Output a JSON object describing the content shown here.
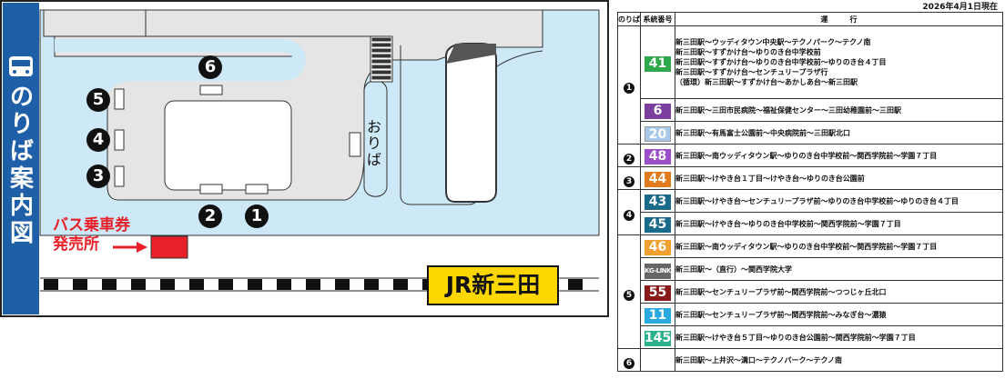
{
  "map": {
    "vertical_title": "のりば案内図",
    "alighting_label": "おりば",
    "ticket_office_label_line1": "バス乗車券",
    "ticket_office_label_line2": "発売所",
    "station_label": "JR新三田",
    "stop_numbers": [
      "❻",
      "❺",
      "❹",
      "❸",
      "❷",
      "❶"
    ],
    "colors": {
      "water": "#cde8f6",
      "platform": "#e5e5e5",
      "title_bar": "#1f5fa8",
      "ticket": "#e8202a",
      "station_sign": "#ffd700"
    }
  },
  "timetable": {
    "date": "2026年4月1日現在",
    "headers": {
      "stop": "のりば",
      "route": "系統番号",
      "operation": "運　　　行"
    },
    "groups": [
      {
        "stop": "1",
        "rows": [
          {
            "route": "41",
            "color": "#2ea84a",
            "outline": false,
            "via": [
              "新三田駅～ウッディタウン中央駅～テクノパーク～テクノ南",
              "新三田駅～すずかけ台～ゆりのき台中学校前",
              "新三田駅～すずかけ台～ゆりのき台中学校前～ゆりのき台４丁目",
              "新三田駅～すずかけ台～センチュリープラザ行",
              "（循環）新三田駅～すずかけ台～あかしあ台～新三田駅"
            ]
          },
          {
            "route": "6",
            "color": "#7b3fa0",
            "outline": false,
            "via": [
              "新三田駅～三田市民病院～福祉保健センター～三田幼稚園前～三田駅"
            ]
          },
          {
            "route": "20",
            "color": "#a8c8e8",
            "outline": true,
            "via": [
              "新三田駅～有馬富士公園前～中央病院前～三田駅北口"
            ]
          }
        ]
      },
      {
        "stop": "2",
        "rows": [
          {
            "route": "48",
            "color": "#9a4fc8",
            "outline": false,
            "via": [
              "新三田駅～南ウッディタウン駅～ゆりのき台中学校前～関西学院前～学園７丁目"
            ]
          }
        ]
      },
      {
        "stop": "3",
        "rows": [
          {
            "route": "44",
            "color": "#e07a1a",
            "outline": false,
            "via": [
              "新三田駅～けやき台１丁目～けやき台～ゆりのき台公園前"
            ]
          }
        ]
      },
      {
        "stop": "4",
        "rows": [
          {
            "route": "43",
            "color": "#1a6a8a",
            "outline": false,
            "via": [
              "新三田駅～けやき台～センチュリープラザ前～ゆりのき台中学校前～ゆりのき台４丁目"
            ]
          },
          {
            "route": "45",
            "color": "#1a6a8a",
            "outline": false,
            "via": [
              "新三田駅～けやき台～ゆりのき台中学校前～関西学院前～学園７丁目"
            ]
          }
        ]
      },
      {
        "stop": "5",
        "rows": [
          {
            "route": "46",
            "color": "#f0a030",
            "outline": false,
            "via": [
              "新三田駅～南ウッディタウン駅～ゆりのき台中学校前～関西学院前～学園７丁目"
            ]
          },
          {
            "route": "KG-LINK",
            "color": "#666666",
            "outline": false,
            "kg": true,
            "via": [
              "新三田駅～（直行）～関西学院大学"
            ]
          },
          {
            "route": "55",
            "color": "#8a1a1a",
            "outline": false,
            "via": [
              "新三田駅～センチュリープラザ前～関西学院前～つつじヶ丘北口"
            ]
          },
          {
            "route": "11",
            "color": "#2aa8e0",
            "outline": false,
            "via": [
              "新三田駅～センチュリープラザ前～関西学院前～みなぎ台～濃猿"
            ]
          },
          {
            "route": "145",
            "color": "#2ab08a",
            "outline": false,
            "via": [
              "新三田駅～けやき台５丁目～ゆりのき台公園前～関西学院前～学園７丁目"
            ]
          }
        ]
      },
      {
        "stop": "6",
        "rows": [
          {
            "route": "",
            "color": "#ffffff",
            "outline": false,
            "via": [
              "新三田駅～上井沢～溝口～テクノパーク～テクノ南"
            ]
          }
        ]
      }
    ]
  }
}
